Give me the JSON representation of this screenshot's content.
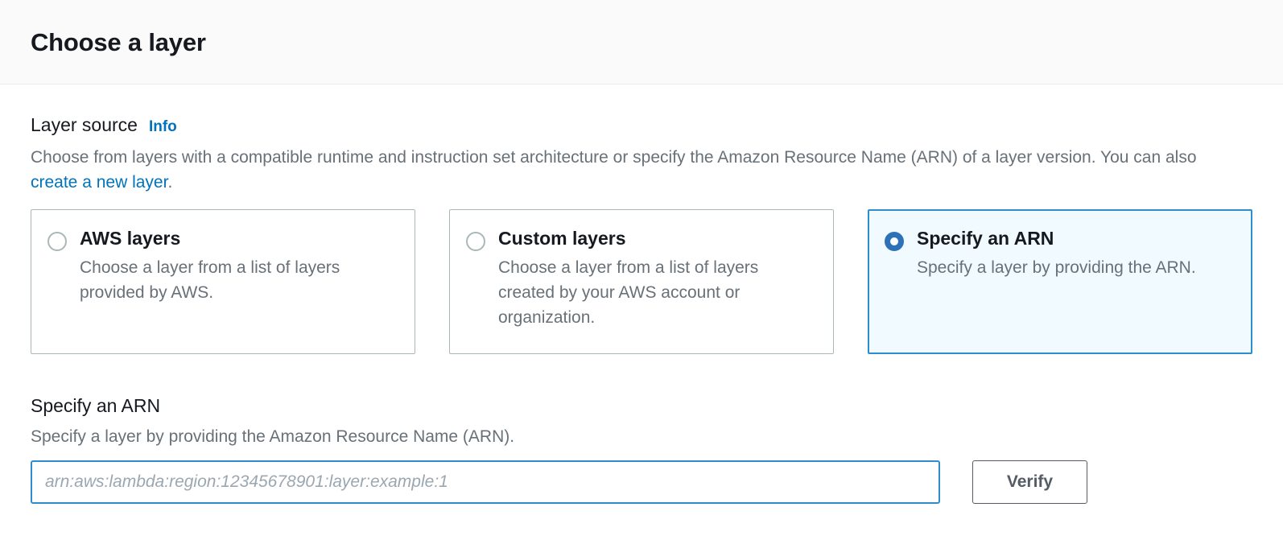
{
  "header": {
    "title": "Choose a layer"
  },
  "layer_source": {
    "label": "Layer source",
    "info_label": "Info",
    "description_part1": "Choose from layers with a compatible runtime and instruction set architecture or specify the Amazon Resource Name (ARN) of a layer version. You can also ",
    "description_link": "create a new layer",
    "description_part2": ".",
    "options": [
      {
        "title": "AWS layers",
        "description": "Choose a layer from a list of layers provided by AWS.",
        "selected": false
      },
      {
        "title": "Custom layers",
        "description": "Choose a layer from a list of layers created by your AWS account or organization.",
        "selected": false
      },
      {
        "title": "Specify an ARN",
        "description": "Specify a layer by providing the ARN.",
        "selected": true
      }
    ]
  },
  "arn_section": {
    "label": "Specify an ARN",
    "description": "Specify a layer by providing the Amazon Resource Name (ARN).",
    "input_value": "",
    "input_placeholder": "arn:aws:lambda:region:12345678901:layer:example:1",
    "verify_label": "Verify"
  },
  "colors": {
    "accent_blue": "#0073bb",
    "selected_border": "#2e8dcb",
    "selected_fill": "#f1faff",
    "radio_on": "#2d72b8",
    "text_dark": "#16191f",
    "text_muted": "#687078",
    "card_border": "#aab7b8",
    "header_bg": "#fafafa",
    "button_border": "#545b64"
  }
}
